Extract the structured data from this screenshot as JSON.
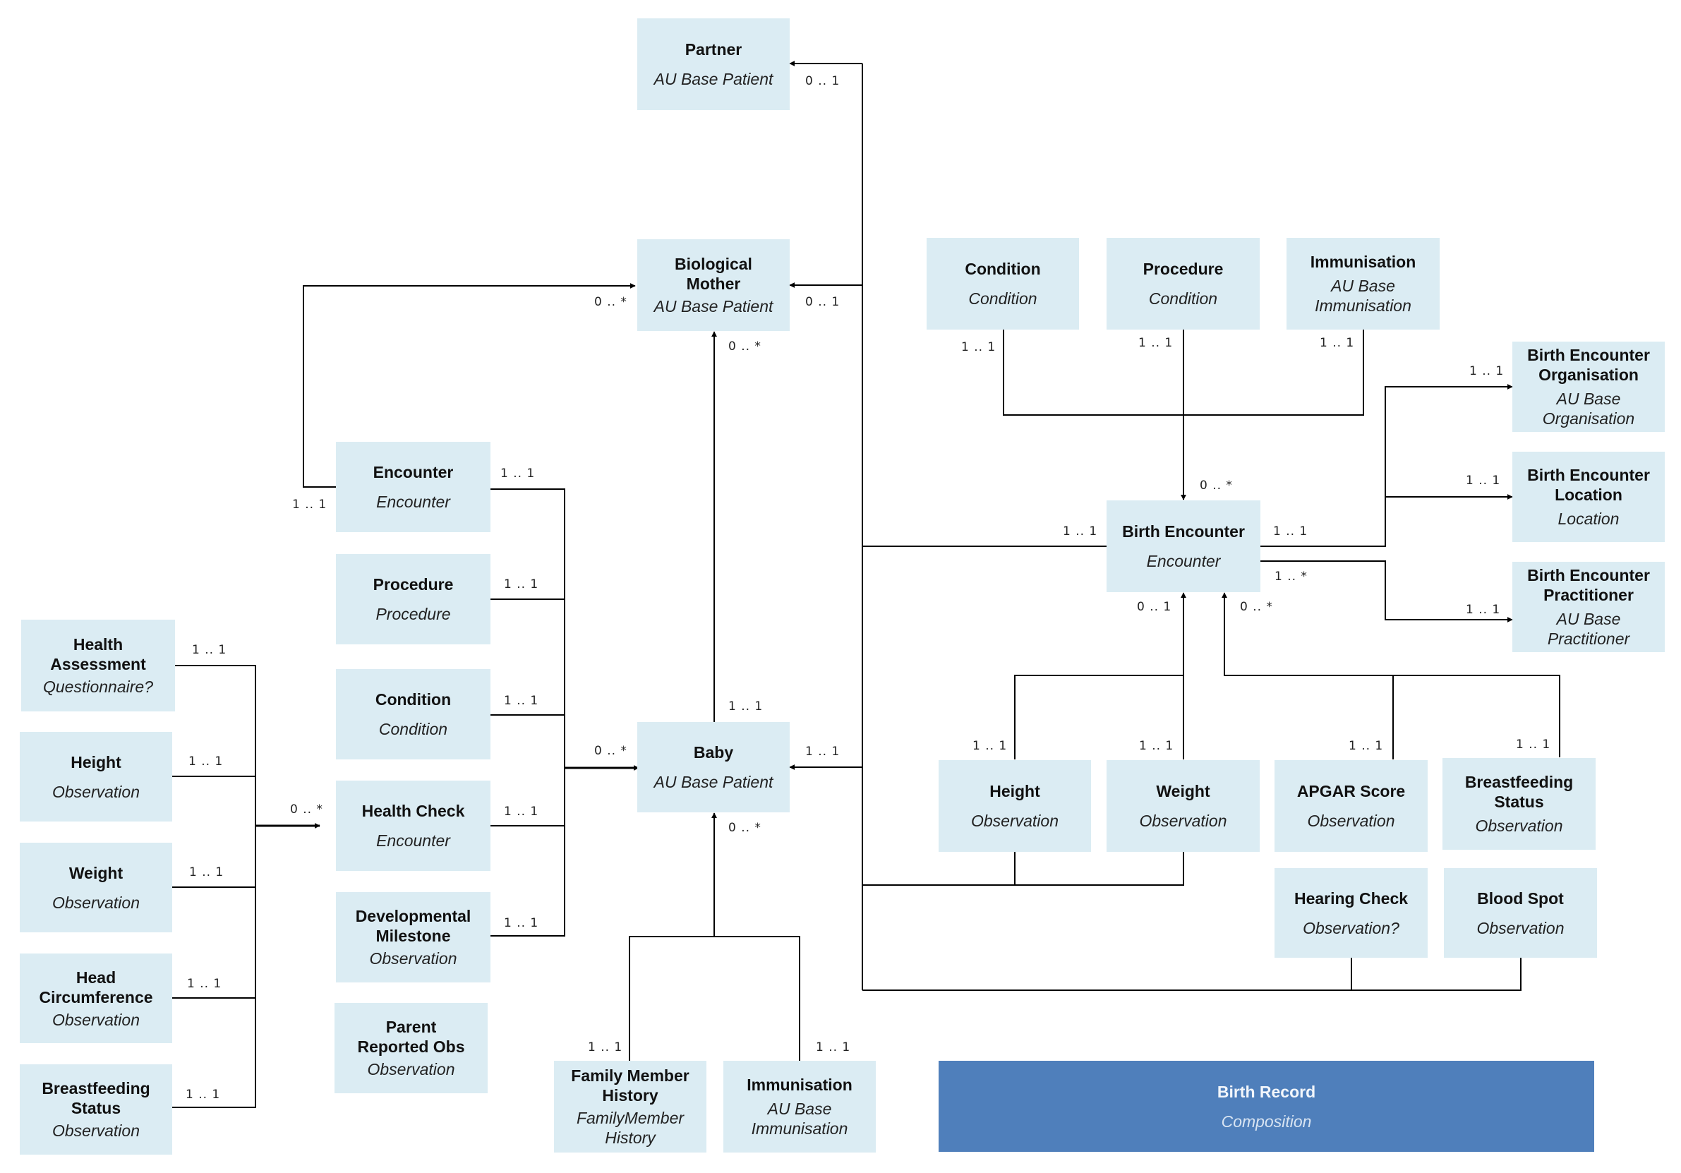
{
  "colors": {
    "box_fill": "#dbecf3",
    "composition_fill": "#4f7fbb",
    "line": "#000000"
  },
  "boxes": {
    "partner": {
      "title": "Partner",
      "type": "AU Base Patient"
    },
    "bio_mother": {
      "title": "Biological Mother",
      "type": "AU Base Patient"
    },
    "baby": {
      "title": "Baby",
      "type": "AU Base Patient"
    },
    "encounter": {
      "title": "Encounter",
      "type": "Encounter"
    },
    "procedure_l": {
      "title": "Procedure",
      "type": "Procedure"
    },
    "condition_l": {
      "title": "Condition",
      "type": "Condition"
    },
    "health_check": {
      "title": "Health Check",
      "type": "Encounter"
    },
    "dev_milestone": {
      "title": "Developmental Milestone",
      "type": "Observation"
    },
    "parent_obs": {
      "title": "Parent Reported Obs",
      "type": "Observation"
    },
    "health_assessment": {
      "title": "Health Assessment",
      "type": "Questionnaire?"
    },
    "height_l": {
      "title": "Height",
      "type": "Observation"
    },
    "weight_l": {
      "title": "Weight",
      "type": "Observation"
    },
    "head_circ": {
      "title": "Head Circumference",
      "type": "Observation"
    },
    "breastfeeding_l": {
      "title": "Breastfeeding Status",
      "type": "Observation"
    },
    "family_history": {
      "title": "Family Member History",
      "type": "FamilyMember History"
    },
    "immunisation_b": {
      "title": "Immunisation",
      "type": "AU Base Immunisation"
    },
    "condition_r": {
      "title": "Condition",
      "type": "Condition"
    },
    "procedure_r": {
      "title": "Procedure",
      "type": "Condition"
    },
    "immunisation_r": {
      "title": "Immunisation",
      "type": "AU Base Immunisation"
    },
    "birth_encounter": {
      "title": "Birth Encounter",
      "type": "Encounter"
    },
    "be_org": {
      "title": "Birth Encounter Organisation",
      "type": "AU Base Organisation"
    },
    "be_loc": {
      "title": "Birth Encounter Location",
      "type": "Location"
    },
    "be_prac": {
      "title": "Birth Encounter Practitioner",
      "type": "AU Base Practitioner"
    },
    "height_r": {
      "title": "Height",
      "type": "Observation"
    },
    "weight_r": {
      "title": "Weight",
      "type": "Observation"
    },
    "apgar": {
      "title": "APGAR Score",
      "type": "Observation"
    },
    "breastfeeding_r": {
      "title": "Breastfeeding Status",
      "type": "Observation"
    },
    "hearing": {
      "title": "Hearing Check",
      "type": "Observation?"
    },
    "bloodspot": {
      "title": "Blood Spot",
      "type": "Observation"
    },
    "birth_record": {
      "title": "Birth Record",
      "type": "Composition"
    }
  },
  "cardinalities": {
    "partner": "0 .. 1",
    "bio_mother_right": "0 .. 1",
    "bio_mother_left": "0 .. *",
    "baby_to_mother": "0 .. *",
    "baby_up": "1 .. 1",
    "baby_in": "0 .. *",
    "baby_right": "1 .. 1",
    "baby_bottom": "0 .. *",
    "encounter_left": "1 .. 1",
    "encounter": "1 .. 1",
    "procedure_l": "1 .. 1",
    "condition_l": "1 .. 1",
    "health_check": "1 .. 1",
    "dev_milestone": "1 .. 1",
    "health_check_in": "0 .. *",
    "health_assessment": "1 .. 1",
    "height_l": "1 .. 1",
    "weight_l": "1 .. 1",
    "head_circ": "1 .. 1",
    "breastfeeding_l": "1 .. 1",
    "family_history": "1 .. 1",
    "immunisation_b": "1 .. 1",
    "condition_r": "1 .. 1",
    "procedure_r": "1 .. 1",
    "immunisation_r": "1 .. 1",
    "be_top": "0 .. *",
    "be_left": "1 .. 1",
    "be_right": "1 .. 1",
    "be_right_many": "1 .. *",
    "be_bottom_left": "0 .. 1",
    "be_bottom_right": "0 .. *",
    "be_org": "1 .. 1",
    "be_loc": "1 .. 1",
    "be_prac": "1 .. 1",
    "height_r": "1 .. 1",
    "weight_r": "1 .. 1",
    "apgar": "1 .. 1",
    "breastfeeding_r": "1 .. 1"
  }
}
